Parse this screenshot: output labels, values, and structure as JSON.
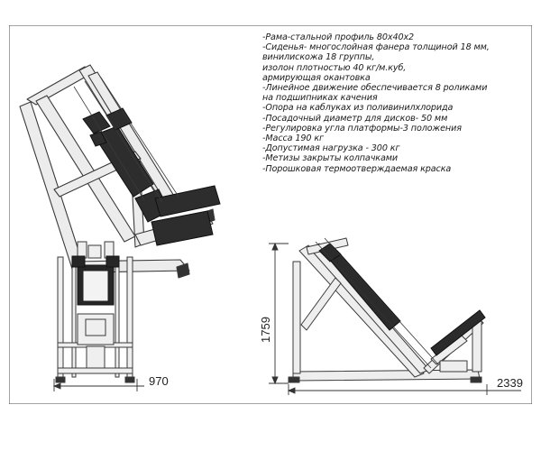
{
  "specs": [
    "-Рама-стальной профиль 80х40х2",
    "-Сиденья- многослойная фанера толщиной 18 мм,",
    "винилискожа 18 группы,",
    "изолон плотностью 40 кг/м.куб,",
    "армирующая окантовка",
    "-Линейное движение обеспечивается 8 роликами",
    "на подшипниках качения",
    "-Опора на каблуках из поливинилхлорида",
    "-Посадочный диаметр для дисков- 50 мм",
    "-Регулировка угла платформы-3 положения",
    "-Масса 190 кг",
    "-Допустимая нагрузка - 300 кг",
    "-Метизы закрыты колпачками",
    "-Порошковая термоотверждаемая краска"
  ],
  "dimensions": {
    "front_width": "970",
    "side_length": "2339",
    "side_height": "1759"
  },
  "colors": {
    "frame": "#e6e6e6",
    "pad": "#2b2b2b",
    "line": "#333333"
  }
}
